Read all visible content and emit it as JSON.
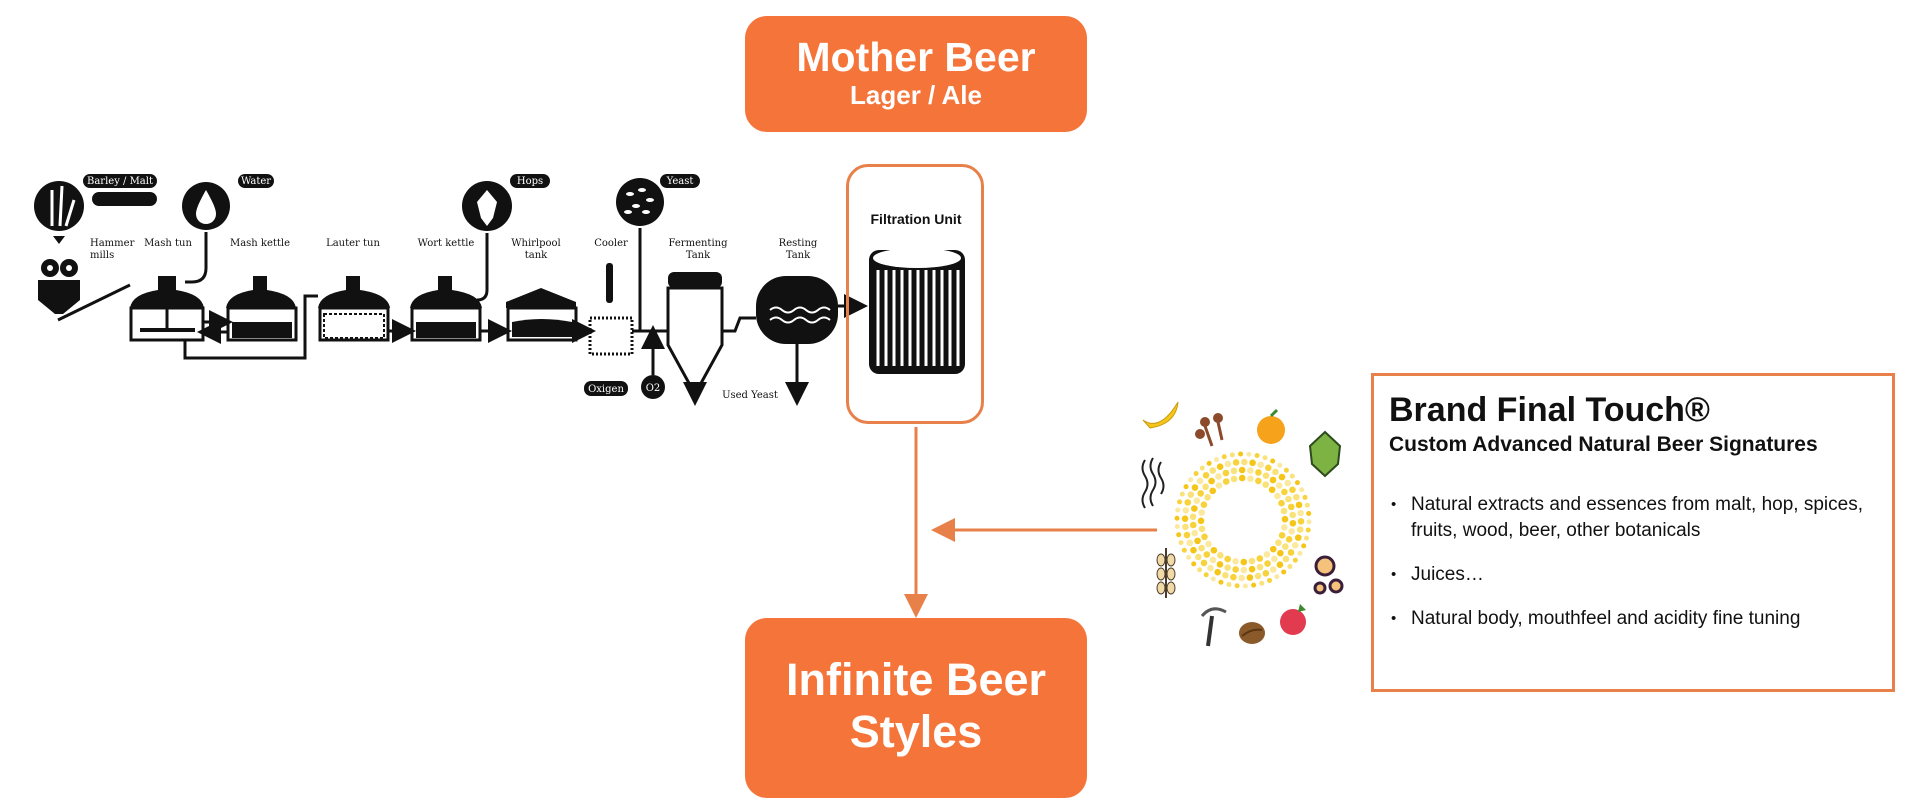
{
  "mother_beer": {
    "title": "Mother Beer",
    "subtitle": "Lager / Ale"
  },
  "infinite": {
    "title": "Infinite Beer Styles"
  },
  "filtration": {
    "label": "Filtration Unit"
  },
  "inputs": {
    "barley": "Barley / Malt",
    "water": "Water",
    "hops": "Hops",
    "yeast": "Yeast",
    "oxygen": "Oxigen",
    "o2": "O2"
  },
  "stages": {
    "hammer_1": "Hammer",
    "hammer_2": "mills",
    "mash_tun": "Mash tun",
    "mash_kettle": "Mash kettle",
    "lauter_tun": "Lauter tun",
    "wort_kettle": "Wort kettle",
    "whirlpool_1": "Whirlpool",
    "whirlpool_2": "tank",
    "cooler": "Cooler",
    "fermenting_1": "Fermenting",
    "fermenting_2": "Tank",
    "resting_1": "Resting",
    "resting_2": "Tank",
    "used_yeast": "Used Yeast"
  },
  "brand": {
    "title": "Brand Final Touch®",
    "subtitle": "Custom Advanced Natural Beer Signatures",
    "bullets": [
      "Natural extracts and essences  from malt, hop, spices, fruits, wood, beer, other botanicals",
      "Juices…",
      "Natural body, mouthfeel  and acidity fine tuning"
    ]
  },
  "colors": {
    "accent": "#F5743A",
    "border": "#E8804A",
    "ink": "#111111",
    "ring": "#F7D23A"
  },
  "ingredient_icons": [
    "banana-icon",
    "clove-icon",
    "orange-icon",
    "hop-icon",
    "aroma-icon",
    "wheat-icon",
    "yeast-icon",
    "vanilla-icon",
    "coffee-bean-icon",
    "raspberry-icon"
  ]
}
